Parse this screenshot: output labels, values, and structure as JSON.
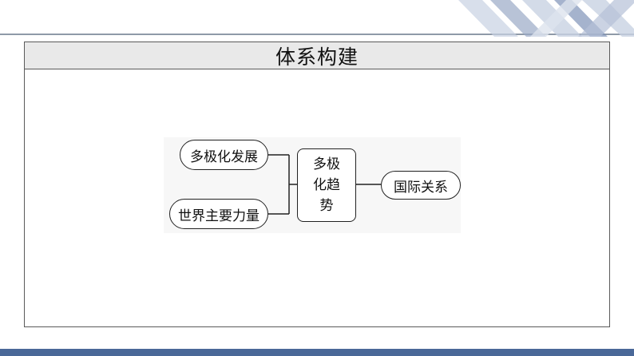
{
  "header": {
    "title": "体系构建"
  },
  "diagram": {
    "left_nodes": [
      {
        "label": "多极化发展"
      },
      {
        "label": "世界主要力量"
      }
    ],
    "center_node": {
      "lines": [
        "多极",
        "化趋",
        "势"
      ]
    },
    "right_node": {
      "label": "国际关系"
    }
  },
  "colors": {
    "accent_bar": "#4a6898",
    "header_bg": "#e9e9e9",
    "line": "#222222"
  }
}
